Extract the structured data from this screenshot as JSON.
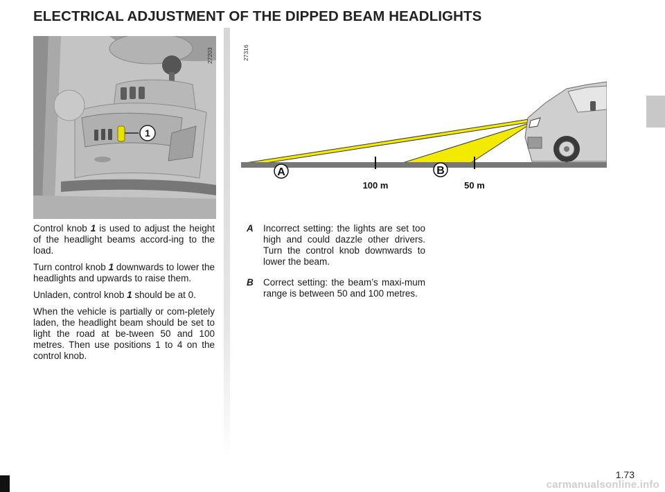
{
  "page": {
    "title": "ELECTRICAL ADJUSTMENT OF THE DIPPED BEAM HEADLIGHTS",
    "page_number": "1.73",
    "watermark": "carmanualsonline.info"
  },
  "photo": {
    "code": "27203",
    "callout": "1"
  },
  "left_text": {
    "p1": [
      "Control knob ",
      "1",
      " is used to adjust the height of the headlight beams accord-ing to the load."
    ],
    "p2": [
      "Turn control knob ",
      "1",
      " downwards to lower the headlights and upwards to raise them."
    ],
    "p3": [
      "Unladen, control knob ",
      "1",
      " should be at 0."
    ],
    "p4": "When the vehicle is partially or com-pletely laden, the headlight beam should be set to light the road at be-tween 50 and 100 metres. Then use positions 1 to 4 on the control knob."
  },
  "diagram": {
    "code": "27316",
    "label_a": "A",
    "label_b": "B",
    "dist_100": "100 m",
    "dist_50": "50 m",
    "beam_color": "#f2ea00",
    "beam_outline": "#333333"
  },
  "legend": {
    "a_letter": "A",
    "a_text": "Incorrect setting: the lights are set too high and could dazzle other drivers. Turn the control knob downwards to lower the beam.",
    "b_letter": "B",
    "b_text": "Correct setting: the beam’s maxi-mum range is between 50 and 100 metres."
  }
}
